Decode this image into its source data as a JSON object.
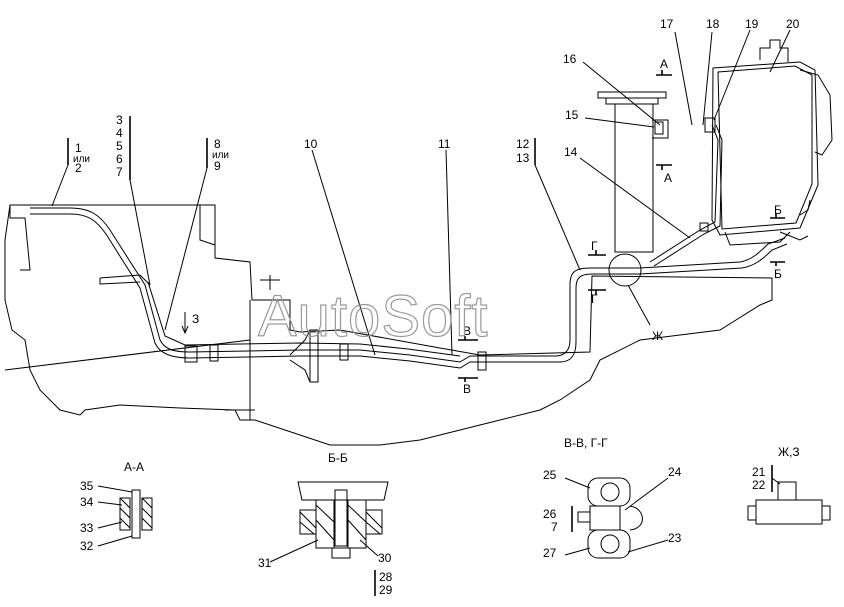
{
  "labels": {
    "l1": "1",
    "l1or": "или",
    "l2": "2",
    "l3": "3",
    "l4": "4",
    "l5": "5",
    "l6": "6",
    "l7": "7",
    "l8": "8",
    "l8or": "или",
    "l9": "9",
    "l10": "10",
    "l11": "11",
    "l12": "12",
    "l13": "13",
    "l14": "14",
    "l15": "15",
    "l16": "16",
    "l17": "17",
    "l18": "18",
    "l19": "19",
    "l20": "20",
    "l21": "21",
    "l22": "22",
    "l23": "23",
    "l24": "24",
    "l25": "25",
    "l26": "26",
    "l7b": "7",
    "l27": "27",
    "l28": "28",
    "l29": "29",
    "l30": "30",
    "l31": "31",
    "l32": "32",
    "l33": "33",
    "l34": "34",
    "l35": "35"
  },
  "section_marks": {
    "a_top": "А",
    "a_bot": "А",
    "b_top": "Б",
    "b_bot": "Б",
    "v_top": "В",
    "v_bot": "В",
    "g_top": "Г",
    "g_bot": "Г",
    "zh": "Ж",
    "z_view": "З"
  },
  "section_titles": {
    "aa": "А-А",
    "bb": "Б-Б",
    "vv_gg": "В-В, Г-Г",
    "zh_z": "Ж,З"
  },
  "watermark": "AutoSoft"
}
